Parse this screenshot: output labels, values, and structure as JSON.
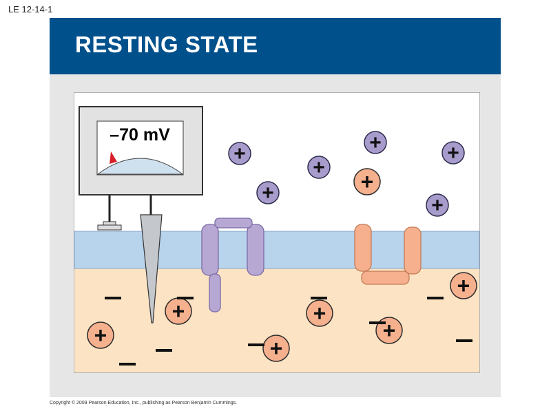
{
  "slide": {
    "label": "LE 12-14-1"
  },
  "header": {
    "title": "RESTING STATE"
  },
  "meter": {
    "reading": "–70 mV"
  },
  "colors": {
    "header_bg": "#00508c",
    "outside_bg": "#ffffff",
    "membrane": "#b8d3ec",
    "cytoplasm": "#fbe3c3",
    "sodium_channel": "#b6a8d2",
    "potassium_channel": "#f6b08e",
    "ion_purple": "#a89ccc",
    "ion_orange": "#f5b08e",
    "needle": "#d8202a"
  },
  "footer": {
    "copyright": "Copyright © 2009 Pearson Education, Inc., publishing as Pearson Benjamin Cummings."
  },
  "symbols": {
    "plus": "+",
    "minus": "–"
  }
}
